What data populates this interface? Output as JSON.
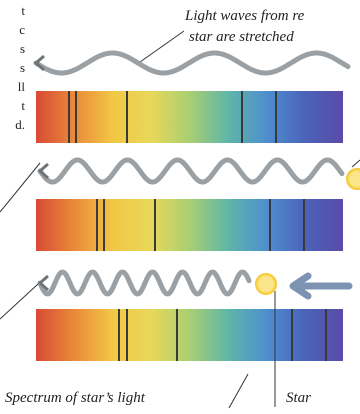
{
  "text_fragments": [
    "t",
    "c",
    "s",
    "s",
    "ll",
    "t",
    "d."
  ],
  "labels": {
    "waves_redshift": [
      "Light waves from re",
      "star are stretched"
    ],
    "spectrum": "Spectrum of star’s light",
    "star": "Star"
  },
  "colors": {
    "wave": "#9aa0a3",
    "wave_edge": "#6f7477",
    "star_outer": "#f2c21b",
    "star_inner": "#fbe58a",
    "arrow": "#7d93b2",
    "absorption_line": "#3a3a3a",
    "spectrum_gradient": [
      "#d84a35",
      "#e98a3a",
      "#f2c744",
      "#e8d85a",
      "#a9cf72",
      "#5fb6a7",
      "#4e8fcf",
      "#4b64b8",
      "#5a4aa8"
    ]
  }
}
